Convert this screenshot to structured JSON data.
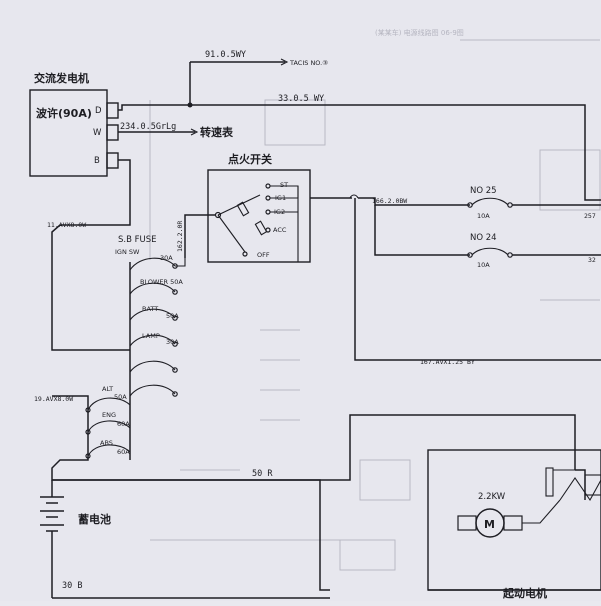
{
  "header": {
    "text": "(某某车) 电源线路图  06-9图"
  },
  "alternator": {
    "title": "交流发电机",
    "rating": "波许(90A)",
    "terminal_d": "D",
    "terminal_w": "W",
    "terminal_b": "B"
  },
  "wires": {
    "w91": "91.0.5WY",
    "tacis": "TACIS NO.③",
    "w33": "33.0.5 WY",
    "w234": "234.0.5GrLg",
    "tachometer": "转速表",
    "w11": "11.AVX8.0W",
    "w166": "166.2.0BW",
    "w162": "162.2.0R",
    "w167": "167.AVX1.25 BY",
    "w19": "19.AVX8.0W",
    "w50": "50 R",
    "w30": "30 B",
    "w257": "257",
    "w32": "32"
  },
  "ignition_switch": {
    "title": "点火开关",
    "st": "ST",
    "ig1": "IG1",
    "ig2": "IG2",
    "acc": "ACC",
    "off": "OFF"
  },
  "fuses": {
    "title": "S.B FUSE",
    "ign_sw": "IGN SW",
    "ign_amp": "30A",
    "blower": "BLOWER 50A",
    "batt": "BATT",
    "batt_amp": "50A",
    "lamp": "LAMP",
    "lamp_amp": "30A",
    "alt": "ALT",
    "alt_amp": "50A",
    "eng": "ENG",
    "eng_amp": "60A",
    "abs": "ABS",
    "abs_amp": "60A",
    "no25": "NO 25",
    "no25_amp": "10A",
    "no24": "NO 24",
    "no24_amp": "10A"
  },
  "battery": {
    "label": "蓄电池"
  },
  "starter": {
    "power": "2.2KW",
    "motor": "M",
    "label": "起动电机"
  }
}
